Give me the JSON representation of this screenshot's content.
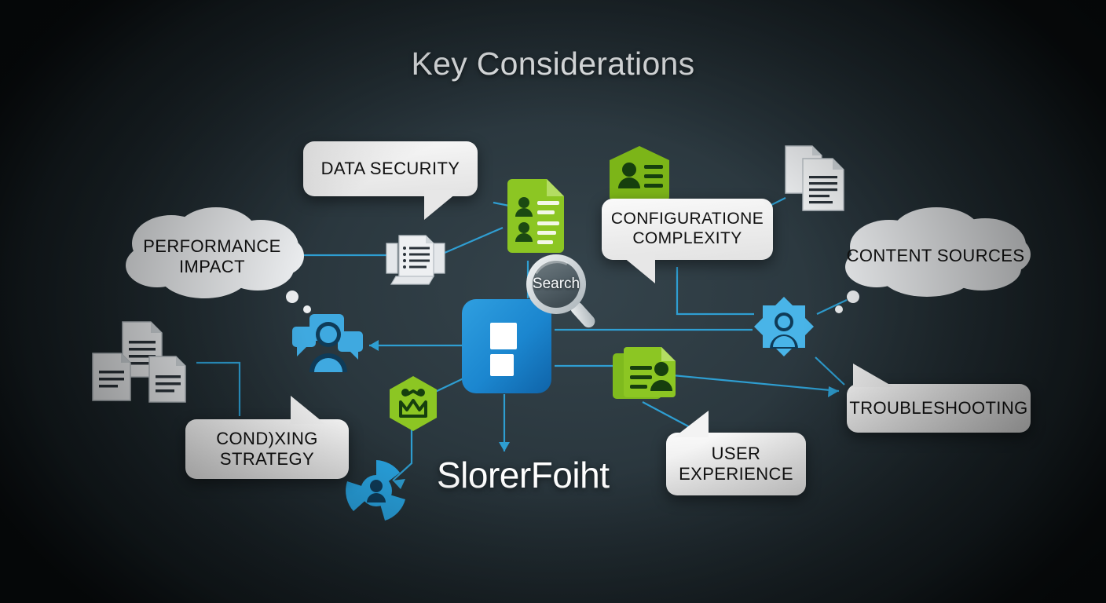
{
  "page": {
    "title": "Key Considerations",
    "center_word": "SlorerFoiht",
    "background_color": "#1d272c",
    "accent_blue": "#29a3e0",
    "accent_green": "#8cc623",
    "callout_fill": "#ececec"
  },
  "search_badge": {
    "label": "Search",
    "icon": "magnifier-icon"
  },
  "callouts": [
    {
      "id": "data-security",
      "text": "DATA SECURITY",
      "shape": "speech-bubble",
      "tail": "bottom-right"
    },
    {
      "id": "configuration-complexity",
      "text": "CONFIGURATIONE COMPLEXITY",
      "shape": "speech-bubble",
      "tail": "bottom-left"
    },
    {
      "id": "indexing-strategy",
      "text": "COND)XING STRATEGY",
      "shape": "speech-bubble",
      "tail": "top-right"
    },
    {
      "id": "user-experience",
      "text": "USER EXPERIENCE",
      "shape": "speech-bubble",
      "tail": "top-left"
    },
    {
      "id": "troubleshooting",
      "text": "TROUBLESHOOTING",
      "shape": "speech-bubble",
      "tail": "top-left"
    }
  ],
  "callout_lines": {
    "data_security": "DATA SECURITY",
    "configuration_1": "CONFIGURATIONE",
    "configuration_2": "COMPLEXITY",
    "indexing_1": "COND)XING",
    "indexing_2": "STRATEGY",
    "ux_1": "USER",
    "ux_2": "EXPERIENCE",
    "troubleshooting": "TROUBLESHOOTING"
  },
  "clouds": [
    {
      "id": "performance-impact",
      "line1": "PERFORMANCE",
      "line2": "IMPACT",
      "shape": "thought-cloud",
      "dots": "down-right"
    },
    {
      "id": "content-sources",
      "line1": "CONTENT SOURCES",
      "line2": "",
      "shape": "thought-cloud",
      "dots": "down-left"
    }
  ],
  "cloud_lines": {
    "performance_1": "PERFORMANCE",
    "performance_2": "IMPACT",
    "content_sources": "CONTENT SOURCES"
  },
  "icons": [
    {
      "id": "hub",
      "name": "sharepoint-hub-icon",
      "color": "#1c8bd4"
    },
    {
      "id": "green-doc-people",
      "name": "green-document-people-icon",
      "color": "#8cc623"
    },
    {
      "id": "green-badge-person",
      "name": "green-badge-person-icon",
      "color": "#7cb518"
    },
    {
      "id": "green-card-person",
      "name": "green-card-person-icon",
      "color": "#8cc623"
    },
    {
      "id": "green-hex-group",
      "name": "green-hexagon-group-icon",
      "color": "#8cc623"
    },
    {
      "id": "blue-star-person",
      "name": "blue-starburst-person-icon",
      "color": "#49b4e8"
    },
    {
      "id": "blue-chat-person",
      "name": "blue-chat-person-icon",
      "color": "#3fa9e0"
    },
    {
      "id": "blue-pinwheel",
      "name": "blue-pinwheel-person-icon",
      "color": "#29a3e0"
    },
    {
      "id": "doc-stack-left",
      "name": "document-stack-icon",
      "color": "#e8ebee"
    },
    {
      "id": "doc-list-mid",
      "name": "document-list-icon",
      "color": "#e8ebee"
    },
    {
      "id": "doc-pages-right",
      "name": "document-pages-icon",
      "color": "#e8ebee"
    }
  ]
}
